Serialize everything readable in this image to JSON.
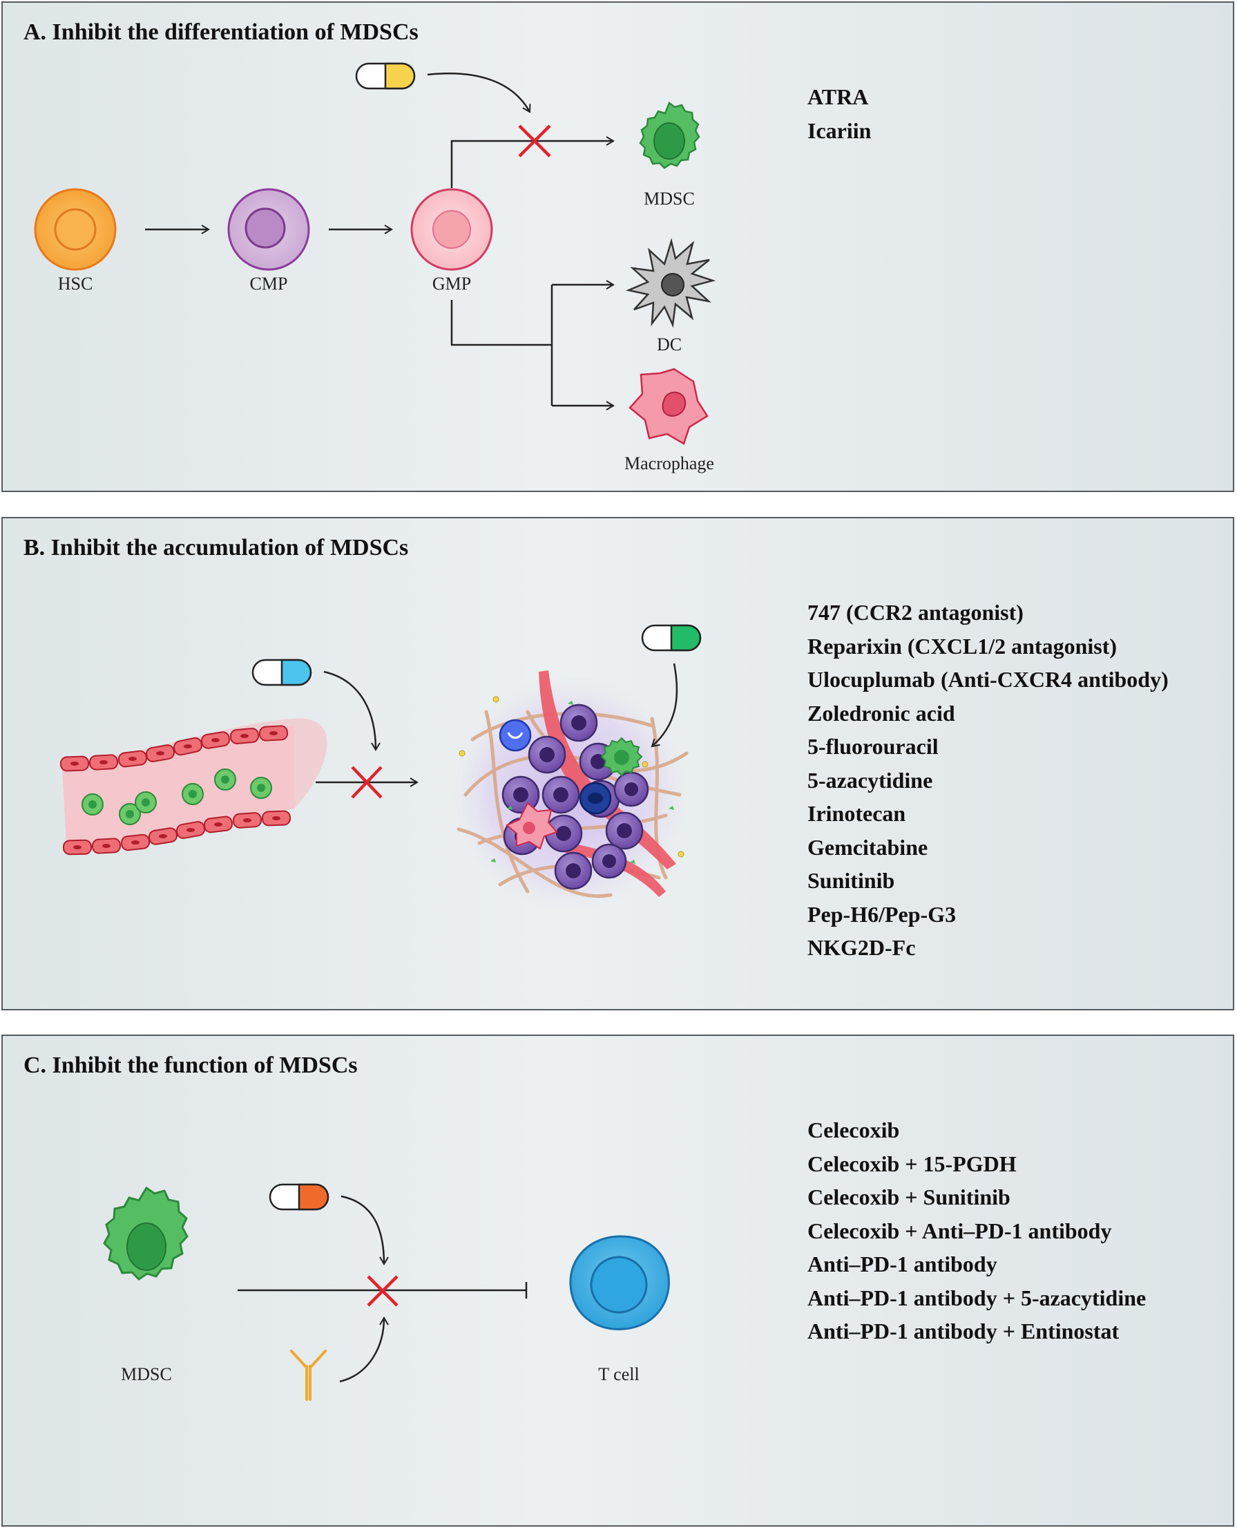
{
  "panels": {
    "a": {
      "title": "A. Inhibit the differentiation of MDSCs",
      "labels": {
        "hsc": "HSC",
        "cmp": "CMP",
        "gmp": "GMP",
        "mdsc": "MDSC",
        "dc": "DC",
        "macrophage": "Macrophage"
      },
      "drugs": [
        "ATRA",
        "Icariin"
      ]
    },
    "b": {
      "title": "B. Inhibit the accumulation of MDSCs",
      "drugs": [
        "747 (CCR2 antagonist)",
        "Reparixin (CXCL1/2 antagonist)",
        "Ulocuplumab (Anti-CXCR4 antibody)",
        "Zoledronic acid",
        "5-fluorouracil",
        "5-azacytidine",
        "Irinotecan",
        "Gemcitabine",
        "Sunitinib",
        "Pep-H6/Pep-G3",
        "NKG2D-Fc"
      ]
    },
    "c": {
      "title": "C. Inhibit the function of MDSCs",
      "labels": {
        "mdsc": "MDSC",
        "tcell": "T cell"
      },
      "drugs": [
        "Celecoxib",
        "Celecoxib + 15-PGDH",
        "Celecoxib + Sunitinib",
        "Celecoxib + Anti–PD-1 antibody",
        "Anti–PD-1 antibody",
        "Anti–PD-1 antibody + 5-azacytidine",
        "Anti–PD-1 antibody + Entinostat"
      ]
    }
  },
  "colors": {
    "pill_a": "#f7d24c",
    "pill_b": "#4cc4ee",
    "pill_b2": "#22bb66",
    "pill_c": "#f06a2c",
    "inhibit_x": "#e0242c",
    "mdsc": "#4dbb5a",
    "tcell": "#2aa4dc",
    "hsc": "#f7a53a",
    "cmp": "#b07cc0",
    "gmp": "#f3909a",
    "dc": "#6a6a6a",
    "macrophage": "#f07a90",
    "vessel": "#e33c4c",
    "antibody": "#f0a830"
  }
}
